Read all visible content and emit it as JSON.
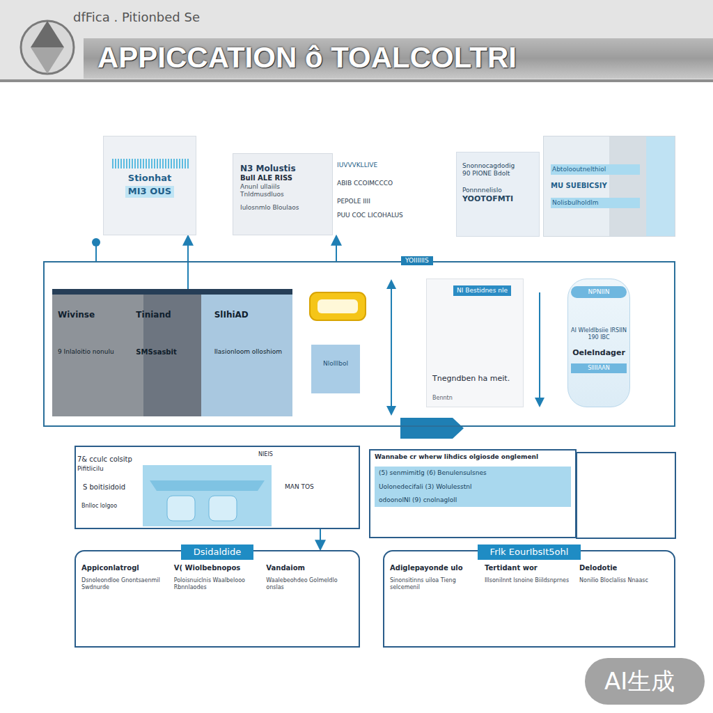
{
  "diagram": {
    "title": "APPICCATION ô TOALCOLTRI",
    "nodes": [
      {
        "text": [
          "Stionhat",
          "MI3 OUS"
        ]
      },
      {
        "text": [
          "N3 Molustis",
          "Bull ALE RISS",
          "Anunl ullaiils",
          "Tnldmusdluos",
          "Iulosnmlo Bloulaos"
        ]
      },
      {
        "text": [
          "Snonnocagdodig",
          "90 PIONE Bdolt",
          "Ponnnnelislo",
          "YOOTOFMTI"
        ]
      },
      {
        "text": [
          "Abtolooutnelthiol",
          "MU SUEBICSIY",
          "Nolisbulholdlm"
        ]
      },
      {
        "text": [
          "YOIIIIIIS"
        ]
      },
      {
        "text": [
          "Wivinse",
          "Tiniand",
          "SlIhiAD",
          "9 Inlaloitio nonulu",
          "SMSsasbit",
          "Ilasionloom olloshiom"
        ],
        "in": 4
      },
      {
        "text": [
          "Nlolllbol"
        ],
        "in": 4
      },
      {
        "text": [
          "NI Bestidnes nle",
          "Tnegndben ha meit.",
          "Benntn"
        ],
        "in": 4
      },
      {
        "text": [
          "NPNIIN",
          "AI Wleldlbsiie IRSIIN 190 IBC",
          "Oelelndager",
          "SIIIIAAN"
        ],
        "in": 4
      },
      {
        "text": [
          "7& cculc colsitp",
          "Pifitlicilu",
          "S boitisidoid",
          "NIEIS",
          "MAN TOS",
          "Bnlloc lolgoo"
        ]
      },
      {
        "text": [
          "Wannabe cr wherw lihdics olgiosde onglemenl",
          "(5) senmimitlg (6) Benulensulsnes",
          "Uolonedecifali (3) Wolulesstnl",
          "odoonolNl (9) cnolnagloll"
        ]
      },
      {
        "text": [
          "Dsidaldide",
          "Appiconlatrogl",
          "V( Wiolbebnopos",
          "Vandaiom",
          "Dsnoleondloe Gnontsaenmil Swdnurde",
          "Poloisnuiclnis Waalbelooo Rbnnlaodes",
          "Waalebeohdeo Golmeldlo onslas"
        ]
      },
      {
        "text": [
          "Frlk EourIbsIt5ohl",
          "Adiglepayonde ulo",
          "Tertidant wor",
          "Delodotie",
          "Sinonsitinns uiloa Tieng selcemenil",
          "Illsonilnnt lsnoine Biildsnprnes",
          "Nonilio Bloclaliss Nnaasc"
        ]
      }
    ],
    "edges": [
      {
        "from": 5,
        "to": 0,
        "arrow": "to"
      },
      {
        "from": 4,
        "to": 1,
        "arrow": "to"
      },
      {
        "from": 9,
        "to": 11,
        "arrow": "to"
      }
    ],
    "labels": [
      "dfFica . Pitionbed Se",
      "IUVVVKLLIVE",
      "ABIB CCOIMCCCO",
      "PEPOLE IIII",
      "PUU COC LICOHALUS",
      "AI生成"
    ]
  }
}
